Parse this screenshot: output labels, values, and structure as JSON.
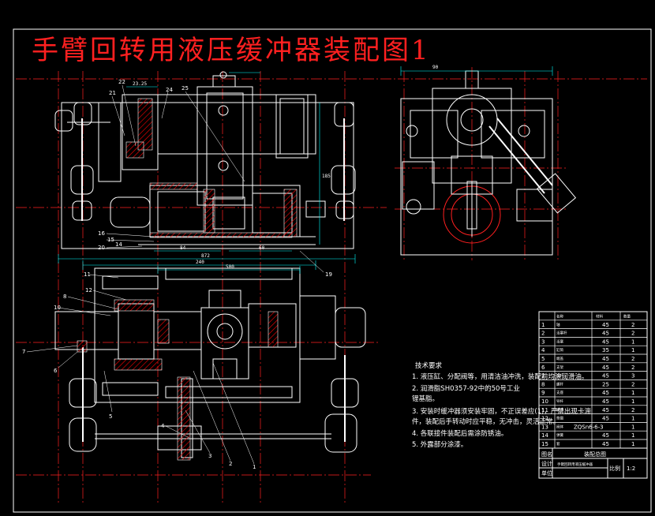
{
  "title": "手臂回转用液压缓冲器装配图1",
  "technical_requirements": {
    "heading": "技术要求",
    "items": [
      "1. 液压缸、分配阀等，用清洁油冲洗，装配前均涂润滑油。",
      "2. 润滑脂SH0357-92中的50号工业",
      "   锂基脂。",
      "3. 安装时缓冲器须安装牢固，不正误差应(1)，严禁出现卡滞",
      "   件，装配后手转动时应平稳，无冲击，灵活正常。",
      "4. 各联接件装配后需涂防锈油。",
      "5. 外露部分涂漆。"
    ]
  },
  "bom": {
    "header": [
      "名称",
      "材料",
      "数量"
    ],
    "rows": [
      {
        "no": "1",
        "name": "轴",
        "material": "45",
        "qty": "2"
      },
      {
        "no": "2",
        "name": "活塞杆",
        "material": "45",
        "qty": "2"
      },
      {
        "no": "3",
        "name": "活塞",
        "material": "45",
        "qty": "1"
      },
      {
        "no": "4",
        "name": "缸筒",
        "material": "35",
        "qty": "1"
      },
      {
        "no": "5",
        "name": "端盖",
        "material": "45",
        "qty": "2"
      },
      {
        "no": "6",
        "name": "支架",
        "material": "45",
        "qty": "2"
      },
      {
        "no": "7",
        "name": "连杆",
        "material": "45",
        "qty": "3"
      },
      {
        "no": "8",
        "name": "螺杆",
        "material": "25",
        "qty": "2"
      },
      {
        "no": "9",
        "name": "支座",
        "material": "45",
        "qty": "1"
      },
      {
        "no": "10",
        "name": "导杆",
        "material": "45",
        "qty": "1"
      },
      {
        "no": "11",
        "name": "螺母",
        "material": "45",
        "qty": "2"
      },
      {
        "no": "12",
        "name": "垫圈",
        "material": "45",
        "qty": "1"
      },
      {
        "no": "13",
        "name": "阀体",
        "material": "ZQSn6-6-3",
        "qty": "1"
      },
      {
        "no": "14",
        "name": "弹簧",
        "material": "45",
        "qty": "1"
      },
      {
        "no": "15",
        "name": "套",
        "material": "45",
        "qty": "1"
      }
    ]
  },
  "title_block": {
    "label_drawing": "图名",
    "label_design": "设计",
    "label_unit": "单位",
    "drawing_name": "装配总图",
    "description": "手臂回转用液压缓冲器",
    "scale_label": "比例",
    "scale": "1:2"
  },
  "dimensions": {
    "d_872": "872",
    "d_240": "240",
    "d_500": "500",
    "d_90": "90",
    "d_185": "185",
    "d_84": "84",
    "d_60": "60",
    "d_2325": "23.25"
  },
  "reference_numbers": {
    "r1": "1",
    "r2": "2",
    "r3": "3",
    "r4": "4",
    "r5": "5",
    "r6": "6",
    "r7": "7",
    "r8": "8",
    "r10": "10",
    "r11": "11",
    "r12": "12",
    "r14": "14",
    "r15": "15",
    "r16": "16",
    "r19": "19",
    "r20": "20",
    "r21": "21",
    "r22": "22",
    "r24": "24",
    "r25": "25"
  },
  "colors": {
    "background": "#000000",
    "line": "#ffffff",
    "title": "#ff2020",
    "centerline": "#ff2020",
    "dimension": "#00ffff",
    "hatch": "#ff0000",
    "text": "#ffffff"
  }
}
